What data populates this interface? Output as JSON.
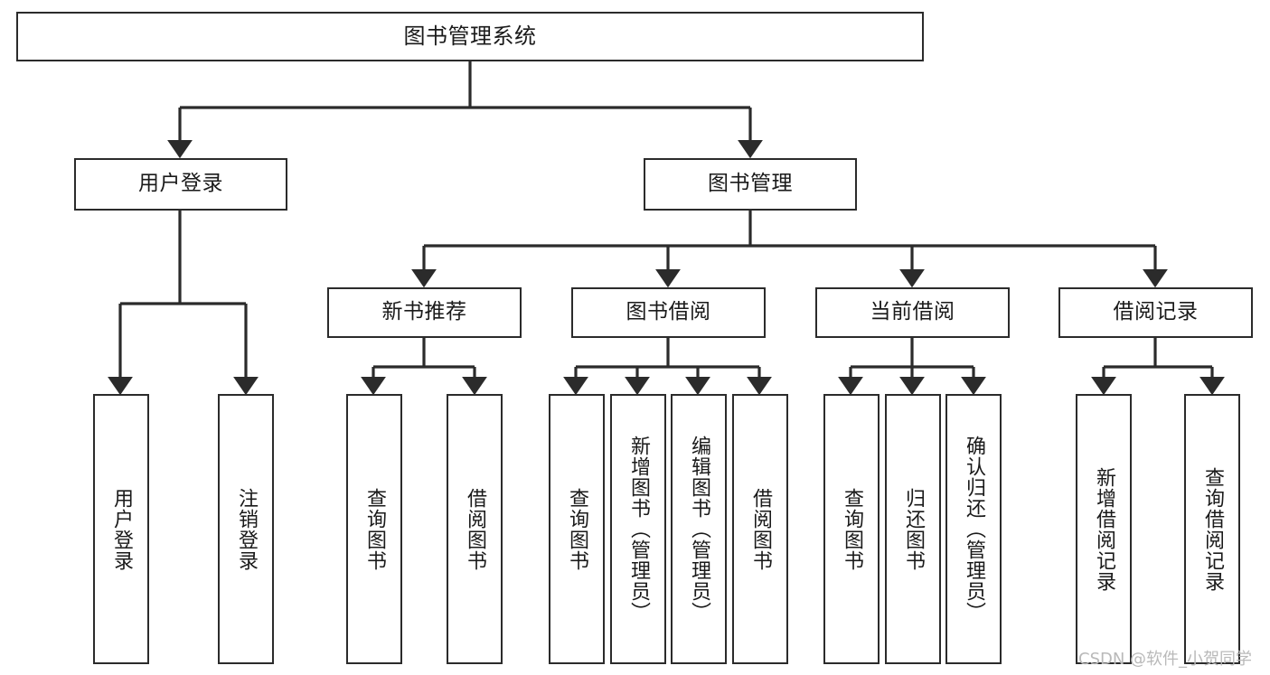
{
  "diagram": {
    "title": "图书管理系统",
    "type": "tree",
    "watermark": "CSDN @软件_小贺同学",
    "colors": {
      "box_border": "#2b2b2b",
      "box_fill": "#ffffff",
      "edge": "#2b2b2b",
      "text": "#1a1a1a",
      "watermark": "#b9b9b9"
    },
    "nodes": {
      "root": {
        "label": "图书管理系统",
        "level": 1,
        "orientation": "horizontal"
      },
      "user_login": {
        "label": "用户登录",
        "level": 2,
        "orientation": "horizontal"
      },
      "book_manage": {
        "label": "图书管理",
        "level": 2,
        "orientation": "horizontal"
      },
      "new_book_rec": {
        "label": "新书推荐",
        "level": 3,
        "orientation": "horizontal"
      },
      "book_borrow": {
        "label": "图书借阅",
        "level": 3,
        "orientation": "horizontal"
      },
      "current_borrow": {
        "label": "当前借阅",
        "level": 3,
        "orientation": "horizontal"
      },
      "borrow_record": {
        "label": "借阅记录",
        "level": 3,
        "orientation": "horizontal"
      },
      "leaf_user_login": {
        "label": "用户登录",
        "level": 3,
        "orientation": "vertical"
      },
      "leaf_logout": {
        "label": "注销登录",
        "level": 3,
        "orientation": "vertical"
      },
      "leaf_query_book_1": {
        "label": "查询图书",
        "level": 4,
        "orientation": "vertical"
      },
      "leaf_borrow_book_1": {
        "label": "借阅图书",
        "level": 4,
        "orientation": "vertical"
      },
      "leaf_query_book_2": {
        "label": "查询图书",
        "level": 4,
        "orientation": "vertical"
      },
      "leaf_add_book": {
        "label": "新增图书（管理员）",
        "level": 4,
        "orientation": "vertical"
      },
      "leaf_edit_book": {
        "label": "编辑图书（管理员）",
        "level": 4,
        "orientation": "vertical"
      },
      "leaf_borrow_book_2": {
        "label": "借阅图书",
        "level": 4,
        "orientation": "vertical"
      },
      "leaf_query_book_3": {
        "label": "查询图书",
        "level": 4,
        "orientation": "vertical"
      },
      "leaf_return_book": {
        "label": "归还图书",
        "level": 4,
        "orientation": "vertical"
      },
      "leaf_confirm_return": {
        "label": "确认归还（管理员）",
        "level": 4,
        "orientation": "vertical"
      },
      "leaf_add_record": {
        "label": "新增借阅记录",
        "level": 4,
        "orientation": "vertical"
      },
      "leaf_query_record": {
        "label": "查询借阅记录",
        "level": 4,
        "orientation": "vertical"
      }
    },
    "edges": [
      {
        "from": "root",
        "to": "user_login"
      },
      {
        "from": "root",
        "to": "book_manage"
      },
      {
        "from": "user_login",
        "to": "leaf_user_login"
      },
      {
        "from": "user_login",
        "to": "leaf_logout"
      },
      {
        "from": "book_manage",
        "to": "new_book_rec"
      },
      {
        "from": "book_manage",
        "to": "book_borrow"
      },
      {
        "from": "book_manage",
        "to": "current_borrow"
      },
      {
        "from": "book_manage",
        "to": "borrow_record"
      },
      {
        "from": "new_book_rec",
        "to": "leaf_query_book_1"
      },
      {
        "from": "new_book_rec",
        "to": "leaf_borrow_book_1"
      },
      {
        "from": "book_borrow",
        "to": "leaf_query_book_2"
      },
      {
        "from": "book_borrow",
        "to": "leaf_add_book"
      },
      {
        "from": "book_borrow",
        "to": "leaf_edit_book"
      },
      {
        "from": "book_borrow",
        "to": "leaf_borrow_book_2"
      },
      {
        "from": "current_borrow",
        "to": "leaf_query_book_3"
      },
      {
        "from": "current_borrow",
        "to": "leaf_return_book"
      },
      {
        "from": "current_borrow",
        "to": "leaf_confirm_return"
      },
      {
        "from": "borrow_record",
        "to": "leaf_add_record"
      },
      {
        "from": "borrow_record",
        "to": "leaf_query_record"
      }
    ]
  }
}
